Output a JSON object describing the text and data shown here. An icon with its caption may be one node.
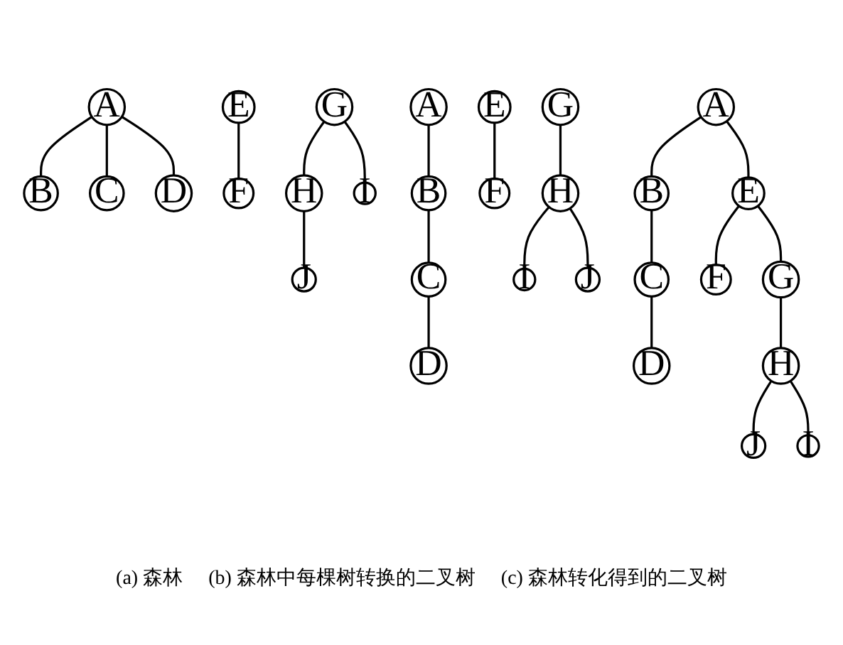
{
  "diagram": {
    "nodes": [
      {
        "text": [
          "A"
        ]
      },
      {
        "text": [
          "B"
        ]
      },
      {
        "text": [
          "C"
        ]
      },
      {
        "text": [
          "D"
        ]
      },
      {
        "text": [
          "E"
        ]
      },
      {
        "text": [
          "F"
        ]
      },
      {
        "text": [
          "G"
        ]
      },
      {
        "text": [
          "H"
        ]
      },
      {
        "text": [
          "I"
        ]
      },
      {
        "text": [
          "J"
        ]
      },
      {
        "text": [
          "A"
        ]
      },
      {
        "text": [
          "B"
        ]
      },
      {
        "text": [
          "C"
        ]
      },
      {
        "text": [
          "D"
        ]
      },
      {
        "text": [
          "E"
        ]
      },
      {
        "text": [
          "F"
        ]
      },
      {
        "text": [
          "G"
        ]
      },
      {
        "text": [
          "H"
        ]
      },
      {
        "text": [
          "I"
        ]
      },
      {
        "text": [
          "J"
        ]
      },
      {
        "text": [
          "A"
        ]
      },
      {
        "text": [
          "B"
        ]
      },
      {
        "text": [
          "C"
        ]
      },
      {
        "text": [
          "D"
        ]
      },
      {
        "text": [
          "E"
        ]
      },
      {
        "text": [
          "F"
        ]
      },
      {
        "text": [
          "G"
        ]
      },
      {
        "text": [
          "H"
        ]
      },
      {
        "text": [
          "I"
        ]
      },
      {
        "text": [
          "J"
        ]
      }
    ],
    "edges": [
      {
        "from": 0,
        "to": 1,
        "arrow": "none"
      },
      {
        "from": 0,
        "to": 2,
        "arrow": "none"
      },
      {
        "from": 0,
        "to": 3,
        "arrow": "none"
      },
      {
        "from": 4,
        "to": 5,
        "arrow": "none"
      },
      {
        "from": 6,
        "to": 7,
        "arrow": "none"
      },
      {
        "from": 6,
        "to": 8,
        "arrow": "none"
      },
      {
        "from": 7,
        "to": 9,
        "arrow": "none"
      },
      {
        "from": 10,
        "to": 11,
        "arrow": "none"
      },
      {
        "from": 11,
        "to": 12,
        "arrow": "none"
      },
      {
        "from": 12,
        "to": 13,
        "arrow": "none"
      },
      {
        "from": 14,
        "to": 15,
        "arrow": "none"
      },
      {
        "from": 16,
        "to": 17,
        "arrow": "none"
      },
      {
        "from": 17,
        "to": 19,
        "arrow": "none"
      },
      {
        "from": 17,
        "to": 18,
        "arrow": "none"
      },
      {
        "from": 20,
        "to": 21,
        "arrow": "none"
      },
      {
        "from": 21,
        "to": 22,
        "arrow": "none"
      },
      {
        "from": 22,
        "to": 23,
        "arrow": "none"
      },
      {
        "from": 20,
        "to": 24,
        "arrow": "none"
      },
      {
        "from": 24,
        "to": 25,
        "arrow": "none"
      },
      {
        "from": 24,
        "to": 26,
        "arrow": "none"
      },
      {
        "from": 26,
        "to": 27,
        "arrow": "none"
      },
      {
        "from": 27,
        "to": 29,
        "arrow": "none"
      },
      {
        "from": 27,
        "to": 28,
        "arrow": "none"
      }
    ],
    "labels": [
      "(a) 森林",
      "(b) 森林中每棵树转换的二叉树",
      "(c) 森林转化得到的二叉树"
    ]
  }
}
